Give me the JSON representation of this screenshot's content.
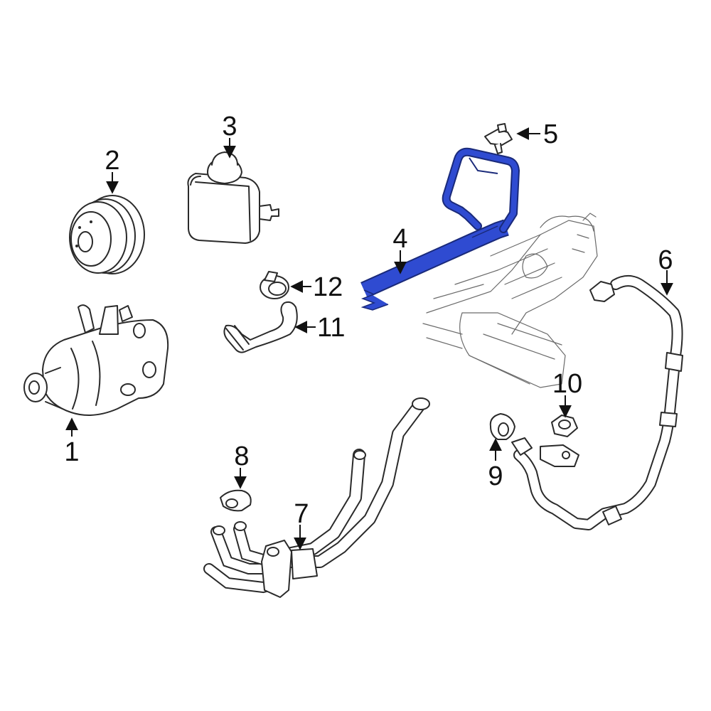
{
  "diagram": {
    "highlight_color": "#2f4bd1",
    "line_color": "#2a2a2a",
    "callouts": [
      {
        "id": "1",
        "label": "1"
      },
      {
        "id": "2",
        "label": "2"
      },
      {
        "id": "3",
        "label": "3"
      },
      {
        "id": "4",
        "label": "4"
      },
      {
        "id": "5",
        "label": "5"
      },
      {
        "id": "6",
        "label": "6"
      },
      {
        "id": "7",
        "label": "7"
      },
      {
        "id": "8",
        "label": "8"
      },
      {
        "id": "9",
        "label": "9"
      },
      {
        "id": "10",
        "label": "10"
      },
      {
        "id": "11",
        "label": "11"
      },
      {
        "id": "12",
        "label": "12"
      }
    ],
    "parts": [
      {
        "callout": "1",
        "icon": "power-steering-pump-icon"
      },
      {
        "callout": "2",
        "icon": "pulley-icon"
      },
      {
        "callout": "3",
        "icon": "reservoir-icon"
      },
      {
        "callout": "4",
        "icon": "pressure-hose-icon",
        "highlighted": true
      },
      {
        "callout": "5",
        "icon": "bracket-clip-icon"
      },
      {
        "callout": "6",
        "icon": "return-hose-icon"
      },
      {
        "callout": "7",
        "icon": "cooler-lines-icon"
      },
      {
        "callout": "8",
        "icon": "clamp-icon"
      },
      {
        "callout": "9",
        "icon": "clamp-icon"
      },
      {
        "callout": "10",
        "icon": "nut-icon"
      },
      {
        "callout": "11",
        "icon": "hose-icon"
      },
      {
        "callout": "12",
        "icon": "clamp-icon"
      }
    ]
  }
}
